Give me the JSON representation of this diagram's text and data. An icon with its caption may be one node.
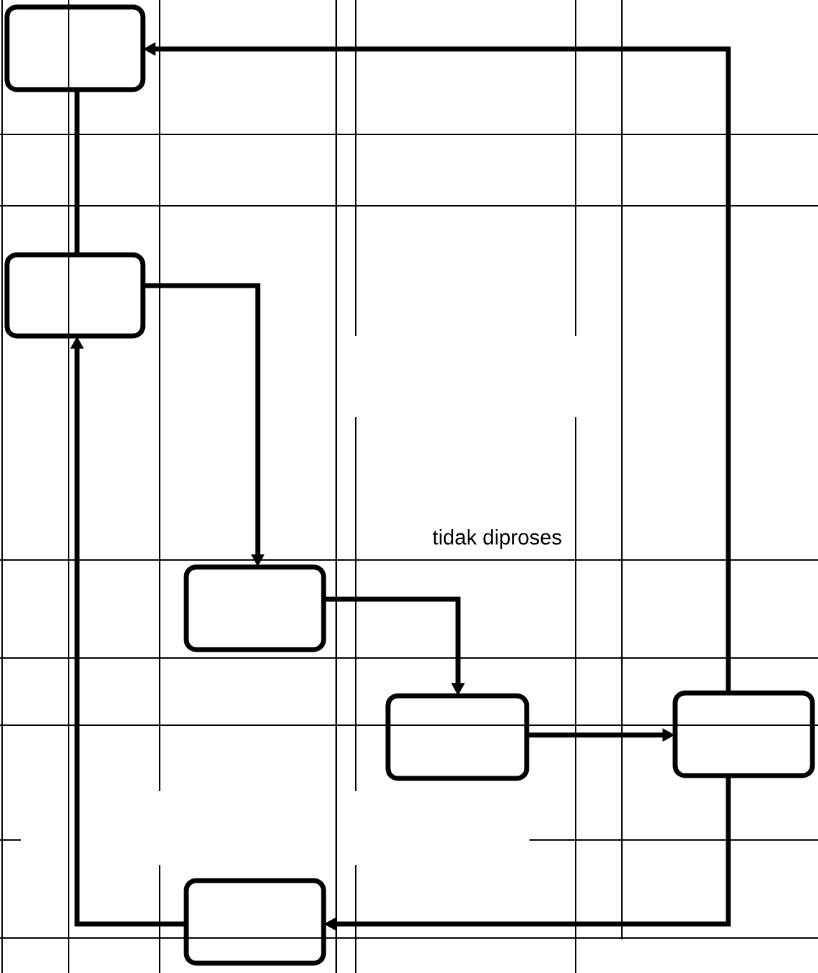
{
  "diagram": {
    "nodes": [
      {
        "text": [],
        "shape": "box"
      },
      {
        "text": [],
        "shape": "box"
      },
      {
        "text": [],
        "shape": "box"
      },
      {
        "text": [],
        "shape": "box"
      },
      {
        "text": [],
        "shape": "box"
      },
      {
        "text": [],
        "shape": "box"
      }
    ],
    "edges": [
      {
        "from": 0,
        "to": 1,
        "arrow": "none"
      },
      {
        "from": 1,
        "to": 2,
        "arrow": "to"
      },
      {
        "from": 2,
        "to": 3,
        "arrow": "to"
      },
      {
        "from": 3,
        "to": 4,
        "arrow": "to"
      },
      {
        "from": 4,
        "to": 0,
        "arrow": "to"
      },
      {
        "from": 4,
        "to": 5,
        "arrow": "to"
      },
      {
        "from": 5,
        "to": 1,
        "arrow": "to"
      }
    ],
    "labels": [
      "tidak diproses"
    ]
  }
}
